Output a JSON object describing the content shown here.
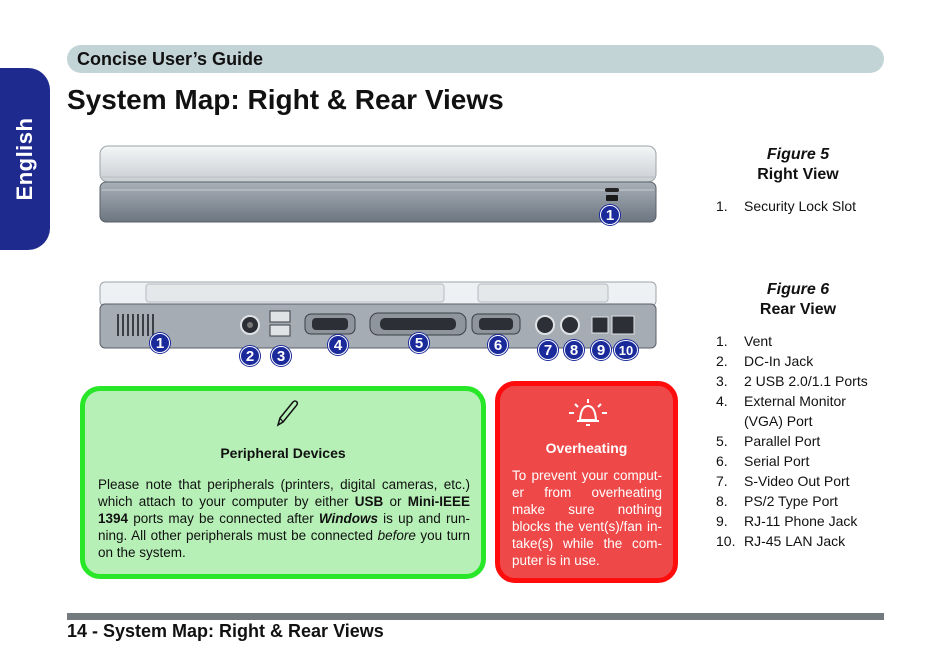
{
  "side_tab": {
    "label": "English"
  },
  "header": {
    "title": "Concise User’s Guide"
  },
  "page_title": "System Map: Right & Rear Views",
  "figure5": {
    "label": "Figure 5",
    "name": "Right View",
    "items": [
      {
        "num": "1.",
        "text": "Security Lock Slot"
      }
    ],
    "callouts": [
      "1"
    ]
  },
  "figure6": {
    "label": "Figure 6",
    "name": "Rear View",
    "items": [
      {
        "num": "1.",
        "text": "Vent"
      },
      {
        "num": "2.",
        "text": "DC-In Jack"
      },
      {
        "num": "3.",
        "text": "2 USB 2.0/1.1 Ports"
      },
      {
        "num": "4.",
        "text": "External Monitor (VGA) Port"
      },
      {
        "num": "5.",
        "text": "Parallel Port"
      },
      {
        "num": "6.",
        "text": "Serial Port"
      },
      {
        "num": "7.",
        "text": "S-Video Out Port"
      },
      {
        "num": "8.",
        "text": "PS/2 Type Port"
      },
      {
        "num": "9.",
        "text": "RJ-11 Phone Jack"
      },
      {
        "num": "10.",
        "text": "RJ-45 LAN Jack"
      }
    ],
    "callouts": [
      "1",
      "2",
      "3",
      "4",
      "5",
      "6",
      "7",
      "8",
      "9",
      "10"
    ]
  },
  "notes": {
    "peripheral": {
      "icon": "pen-icon",
      "title": "Peripheral Devices",
      "body": {
        "p1": "Please note that peripherals (printers, digital cameras, etc.) which attach to your computer by either ",
        "usb": "USB",
        "p2": " or ",
        "ieee": "Mini-IEEE 1394",
        "p3": " ports may be connected after ",
        "windows": "Windows",
        "p4": " is up and run-ning. All other peripherals must be connected ",
        "before": "before",
        "p5": " you turn on the system."
      }
    },
    "overheating": {
      "icon": "alarm-bell-icon",
      "title": "Overheating",
      "body": "To prevent your comput-er from overheating make sure nothing blocks the vent(s)/fan in-take(s) while the com-puter is in use."
    }
  },
  "footer": {
    "text": "14 -  System Map: Right & Rear Views"
  },
  "colors": {
    "accent_blue": "#1f2a8f",
    "header_bar": "#c2d4d6",
    "green_note_bg": "#b6f0b6",
    "green_note_border": "#28e628",
    "red_note_bg": "#ef4848",
    "red_note_border": "#ff0d0d",
    "footer_rule": "#737b7e"
  }
}
